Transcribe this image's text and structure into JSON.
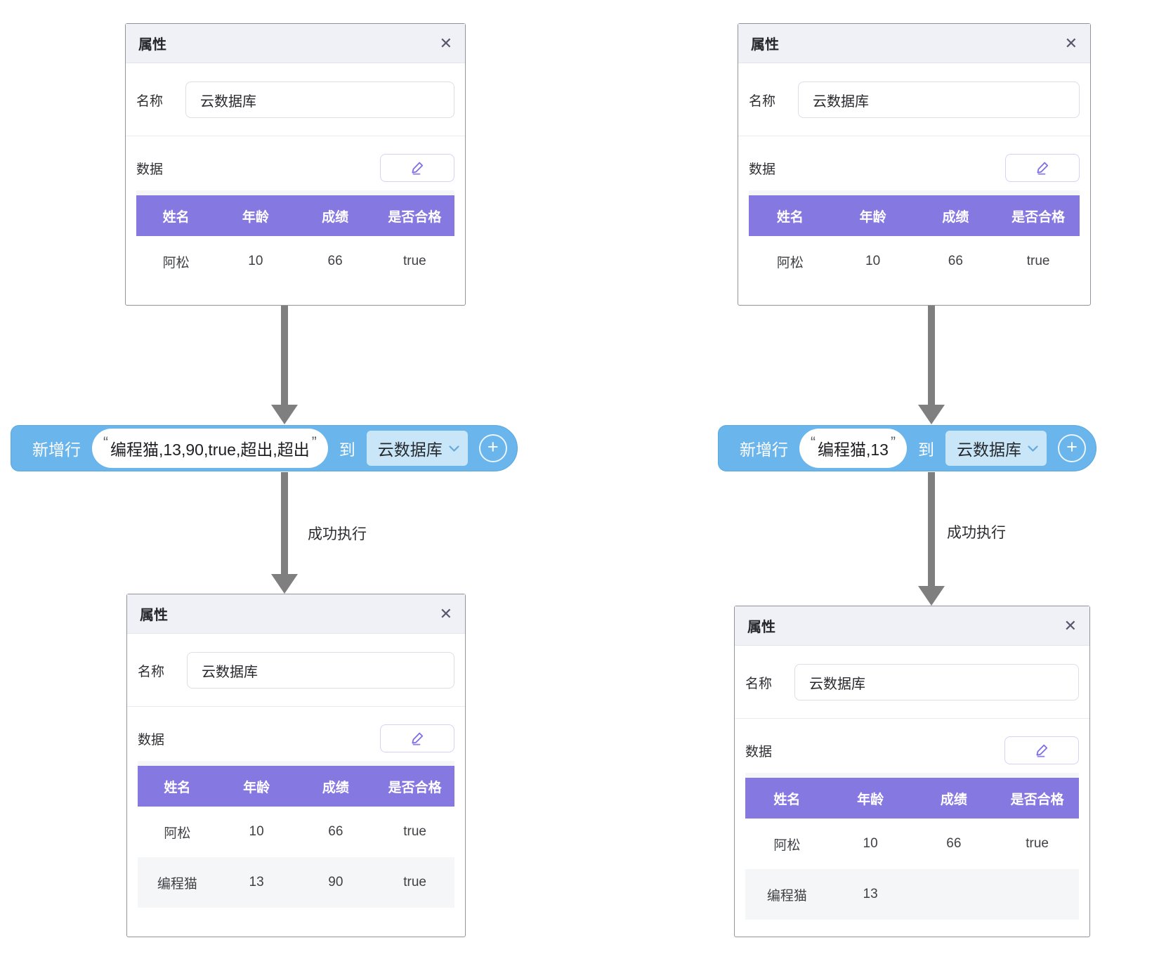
{
  "common": {
    "panel_title": "属性",
    "close_glyph": "✕",
    "name_label": "名称",
    "name_value": "云数据库",
    "data_label": "数据",
    "columns": [
      "姓名",
      "年龄",
      "成绩",
      "是否合格"
    ],
    "open_quote": "“",
    "close_quote": "”"
  },
  "panels": {
    "top_left": {
      "rows": [
        [
          "阿松",
          "10",
          "66",
          "true"
        ]
      ]
    },
    "top_right": {
      "rows": [
        [
          "阿松",
          "10",
          "66",
          "true"
        ]
      ]
    },
    "bottom_left": {
      "rows": [
        [
          "阿松",
          "10",
          "66",
          "true"
        ],
        [
          "编程猫",
          "13",
          "90",
          "true"
        ]
      ]
    },
    "bottom_right": {
      "rows": [
        [
          "阿松",
          "10",
          "66",
          "true"
        ],
        [
          "编程猫",
          "13",
          "",
          ""
        ]
      ]
    }
  },
  "blocks": {
    "action_label": "新增行",
    "to_label": "到",
    "target_value": "云数据库",
    "plus_glyph": "+",
    "left_value": "编程猫,13,90,true,超出,超出",
    "right_value": "编程猫,13"
  },
  "arrows": {
    "success_label": "成功执行"
  },
  "colors": {
    "block_blue": "#6ab5eb",
    "dropdown_blue": "#c9e6f9",
    "table_header_purple": "#8678e1",
    "edit_icon_purple": "#7d6fe8",
    "arrow_gray": "#7f7f7f"
  }
}
